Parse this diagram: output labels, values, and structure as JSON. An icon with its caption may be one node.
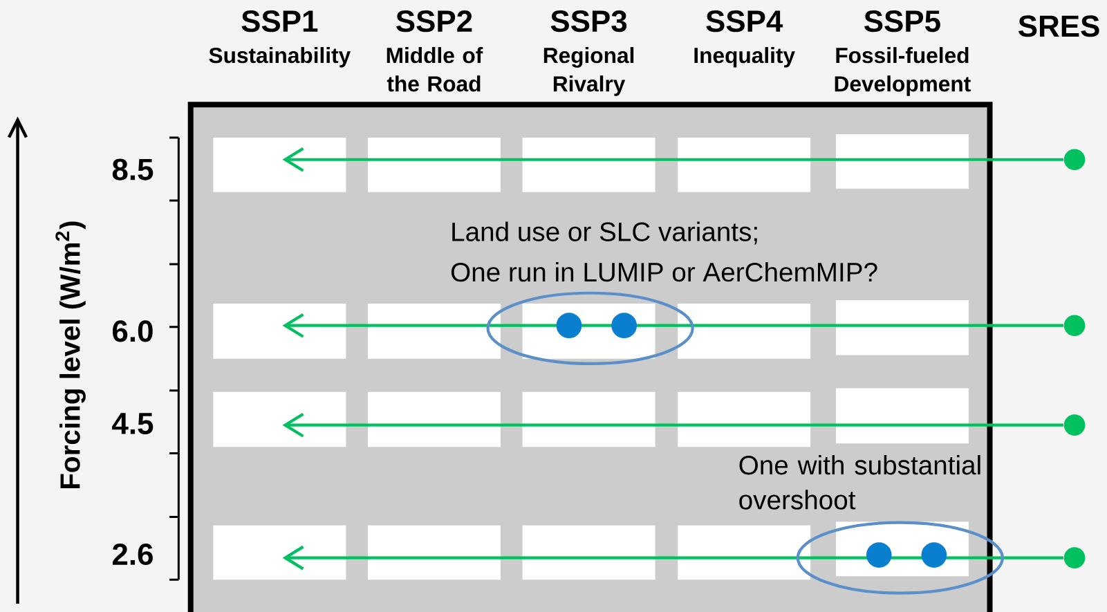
{
  "diagram": {
    "nodes": [
      {
        "text": [],
        "shape": "circle"
      },
      {
        "text": [],
        "shape": "circle"
      },
      {
        "text": [],
        "shape": "circle"
      },
      {
        "text": [],
        "shape": "circle"
      }
    ],
    "edges": [
      {
        "from": 0,
        "to": null,
        "arrow": "to"
      },
      {
        "from": 1,
        "to": null,
        "arrow": "to"
      },
      {
        "from": 2,
        "to": null,
        "arrow": "to"
      },
      {
        "from": 3,
        "to": null,
        "arrow": "to"
      }
    ],
    "labels": [
      "SSP1",
      "Sustainability",
      "SSP2",
      "Middle of the Road",
      "SSP3",
      "Regional Rivalry",
      "SSP4",
      "Inequality",
      "SSP5",
      "Fossil-fueled Development",
      "SRES",
      "Forcing level (W/m$^{2}$)",
      "8.5",
      "6.0",
      "4.5",
      "2.6",
      "Land use or SLC variants;",
      "One run in LUMIP or AerChemMIP?",
      "One with substantial overshoot"
    ]
  }
}
